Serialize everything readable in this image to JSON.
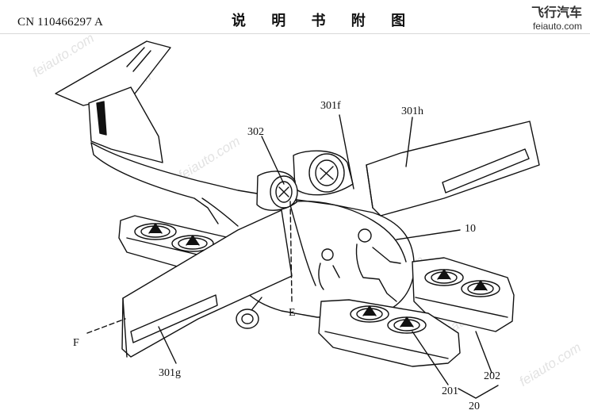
{
  "header": {
    "patent_number": "CN 110466297 A",
    "title": "说 明 书 附 图"
  },
  "logo": {
    "chinese": "飞行汽车",
    "domain": "feiauto.com"
  },
  "watermark": {
    "text": "feiauto.com"
  },
  "figure_labels": {
    "l302": "302",
    "l301f": "301f",
    "l301h": "301h",
    "l10": "10",
    "lE": "E",
    "lF": "F",
    "l301g": "301g",
    "l201": "201",
    "l202": "202",
    "l20": "20"
  }
}
